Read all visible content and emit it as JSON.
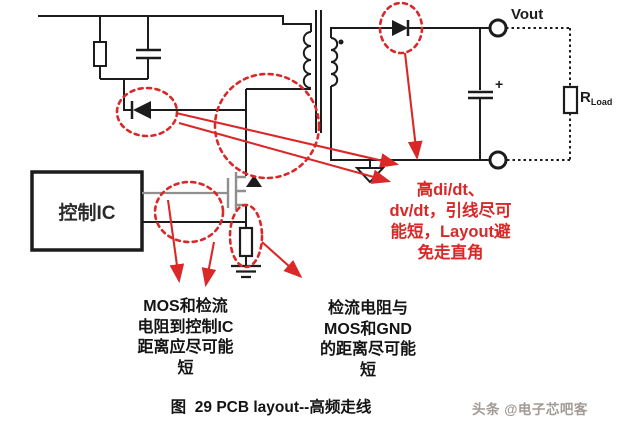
{
  "figure": {
    "caption": "图  29 PCB layout--高频走线",
    "watermark": "头条 @电子芯吧客"
  },
  "labels": {
    "control_ic": "控制IC",
    "vout": "Vout",
    "rload_main": "R",
    "rload_sub": "Load",
    "cap_polarity": "+"
  },
  "annotations": {
    "high_didt": "高di/dt、\ndv/dt，引线尽可\n能短，Layout避\n免走直角",
    "mos_to_ic": "MOS和检流\n电阻到控制IC\n距离应尽可能\n短",
    "sense_to_gnd": "检流电阻与\nMOS和GND\n的距离尽可能\n短"
  },
  "colors": {
    "highlight_red": "#da2727",
    "wire_black": "#1c1c1c",
    "wire_gray": "#8f8f8f",
    "watermark_gray": "#a19a95"
  }
}
